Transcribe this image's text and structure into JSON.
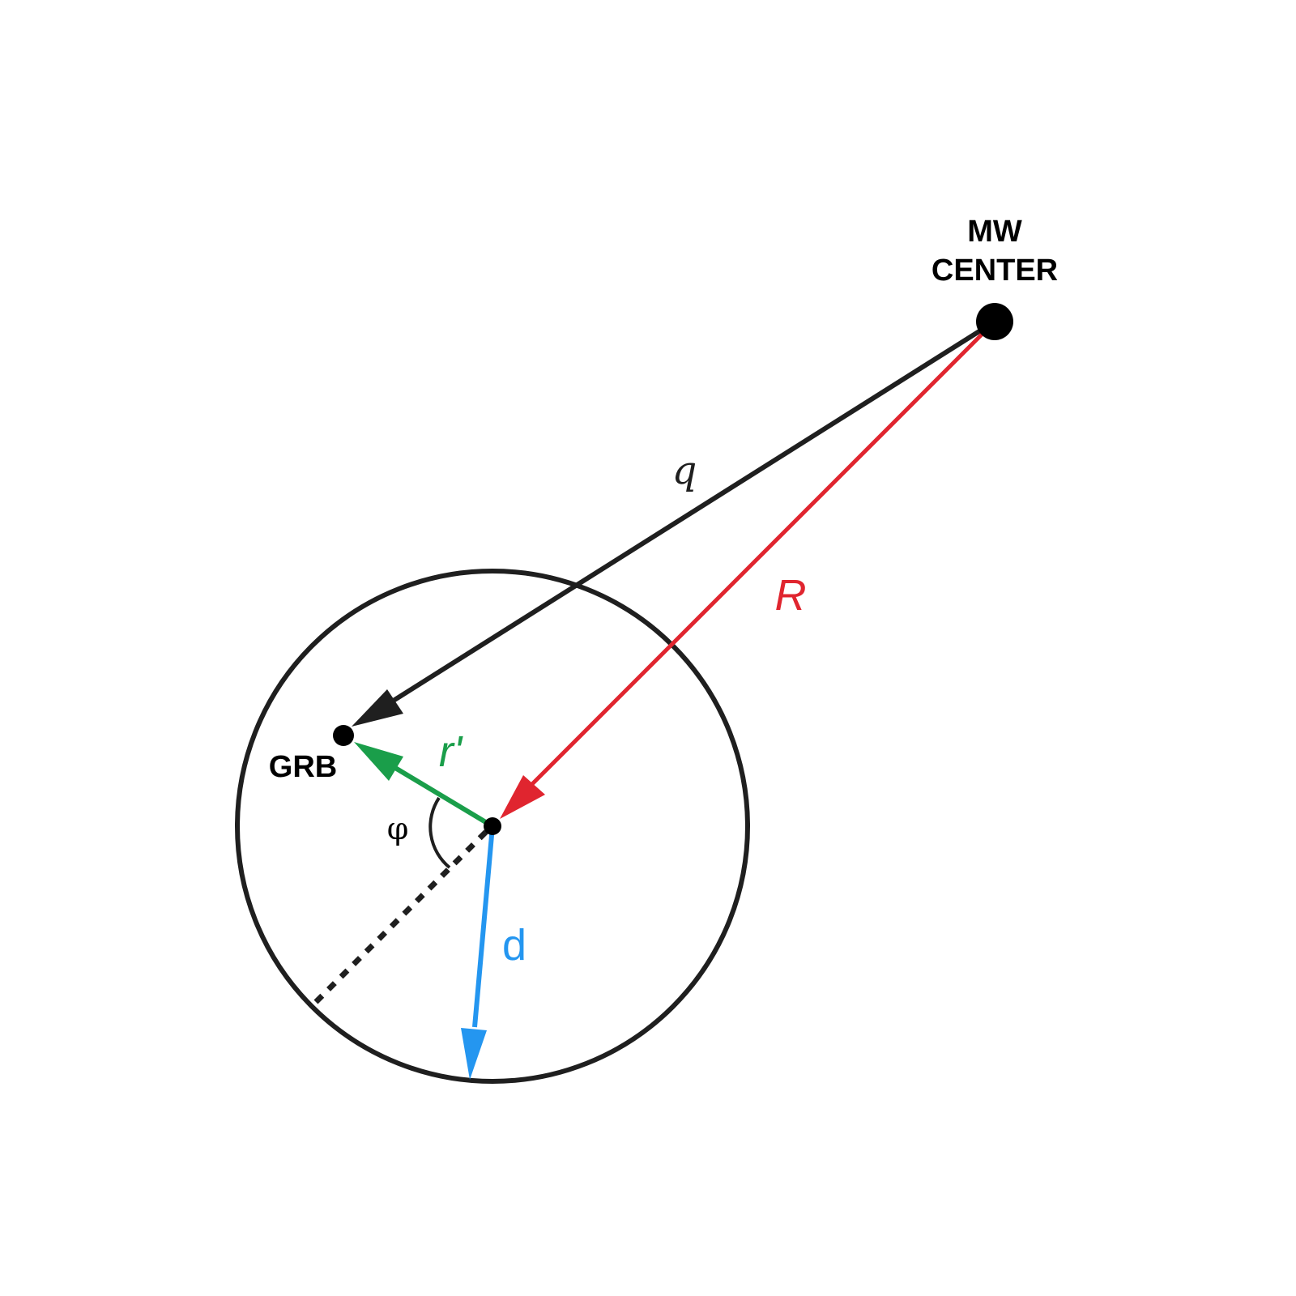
{
  "labels": {
    "mw_center_line1": "MW",
    "mw_center_line2": "CENTER",
    "grb": "GRB",
    "q": "q",
    "R": "R",
    "r_prime": "r'",
    "d": "d",
    "phi": "φ"
  },
  "colors": {
    "q_vector": "#1f1f1f",
    "R_vector": "#e0252f",
    "r_prime_vector": "#1a9e4a",
    "d_vector": "#2496f0",
    "circle": "#1f1f1f",
    "points": "#000000"
  }
}
